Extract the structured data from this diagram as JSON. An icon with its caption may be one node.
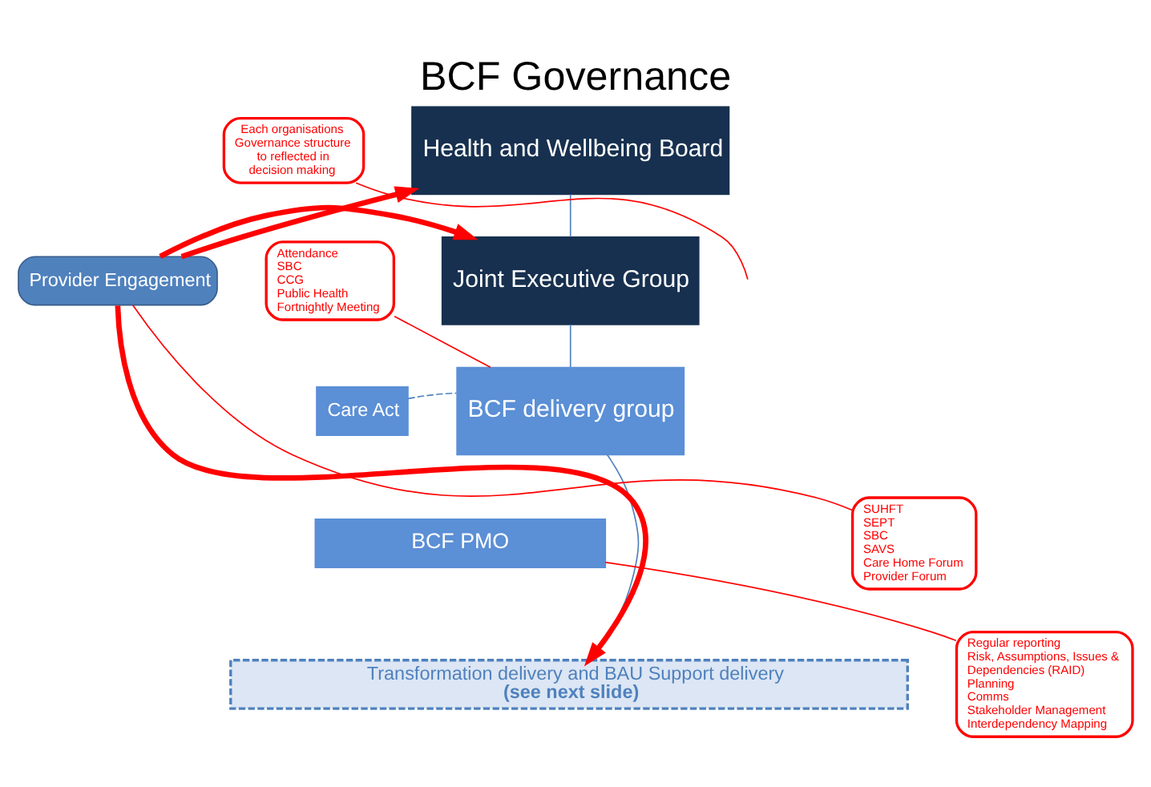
{
  "diagram": {
    "title": "BCF Governance",
    "nodes": [
      {
        "text": [
          "Health and Wellbeing Board"
        ]
      },
      {
        "text": [
          "Joint Executive Group"
        ]
      },
      {
        "text": [
          "BCF delivery group"
        ]
      },
      {
        "text": [
          "Care Act"
        ]
      },
      {
        "text": [
          "BCF PMO"
        ]
      },
      {
        "text": [
          "Transformation delivery and BAU Support delivery",
          "(see next slide)"
        ]
      },
      {
        "text": [
          "Provider Engagement"
        ]
      },
      {
        "text": [
          "Each organisations Governance structure to reflected in decision making"
        ]
      },
      {
        "text": [
          "Attendance",
          "SBC",
          "CCG",
          "Public Health",
          "Fortnightly Meeting"
        ]
      },
      {
        "text": [
          "Regular reporting",
          "Risk, Assumptions, Issues & Dependencies (RAID)",
          "Planning",
          "Comms",
          "Stakeholder Management",
          "Interdependency Mapping"
        ]
      },
      {
        "text": [
          "SUHFT",
          "SEPT",
          "SBC",
          "SAVS",
          "Care Home Forum",
          "Provider Forum"
        ]
      }
    ],
    "edges": [
      {
        "from": 0,
        "to": 1,
        "arrow": "none",
        "color": "#4f81bd"
      },
      {
        "from": 1,
        "to": 2,
        "arrow": "none",
        "color": "#4f81bd"
      },
      {
        "from": 2,
        "to": 5,
        "arrow": "none",
        "color": "#4f81bd"
      },
      {
        "from": 3,
        "to": 2,
        "arrow": "none",
        "style": "dashed",
        "color": "#4f81bd"
      },
      {
        "from": 6,
        "to": 0,
        "arrow": "to",
        "style": "thick",
        "color": "#ff0000"
      },
      {
        "from": 6,
        "to": 1,
        "arrow": "to",
        "style": "thick",
        "color": "#ff0000"
      },
      {
        "from": 6,
        "to": 5,
        "arrow": "to",
        "style": "thick",
        "color": "#ff0000"
      },
      {
        "from": 7,
        "to": null,
        "arrow": "none",
        "color": "#ff0000"
      },
      {
        "from": 8,
        "to": 2,
        "arrow": "none",
        "color": "#ff0000"
      },
      {
        "from": 9,
        "to": 4,
        "arrow": "none",
        "color": "#ff0000"
      },
      {
        "from": 10,
        "to": 6,
        "arrow": "none",
        "color": "#ff0000"
      }
    ]
  }
}
